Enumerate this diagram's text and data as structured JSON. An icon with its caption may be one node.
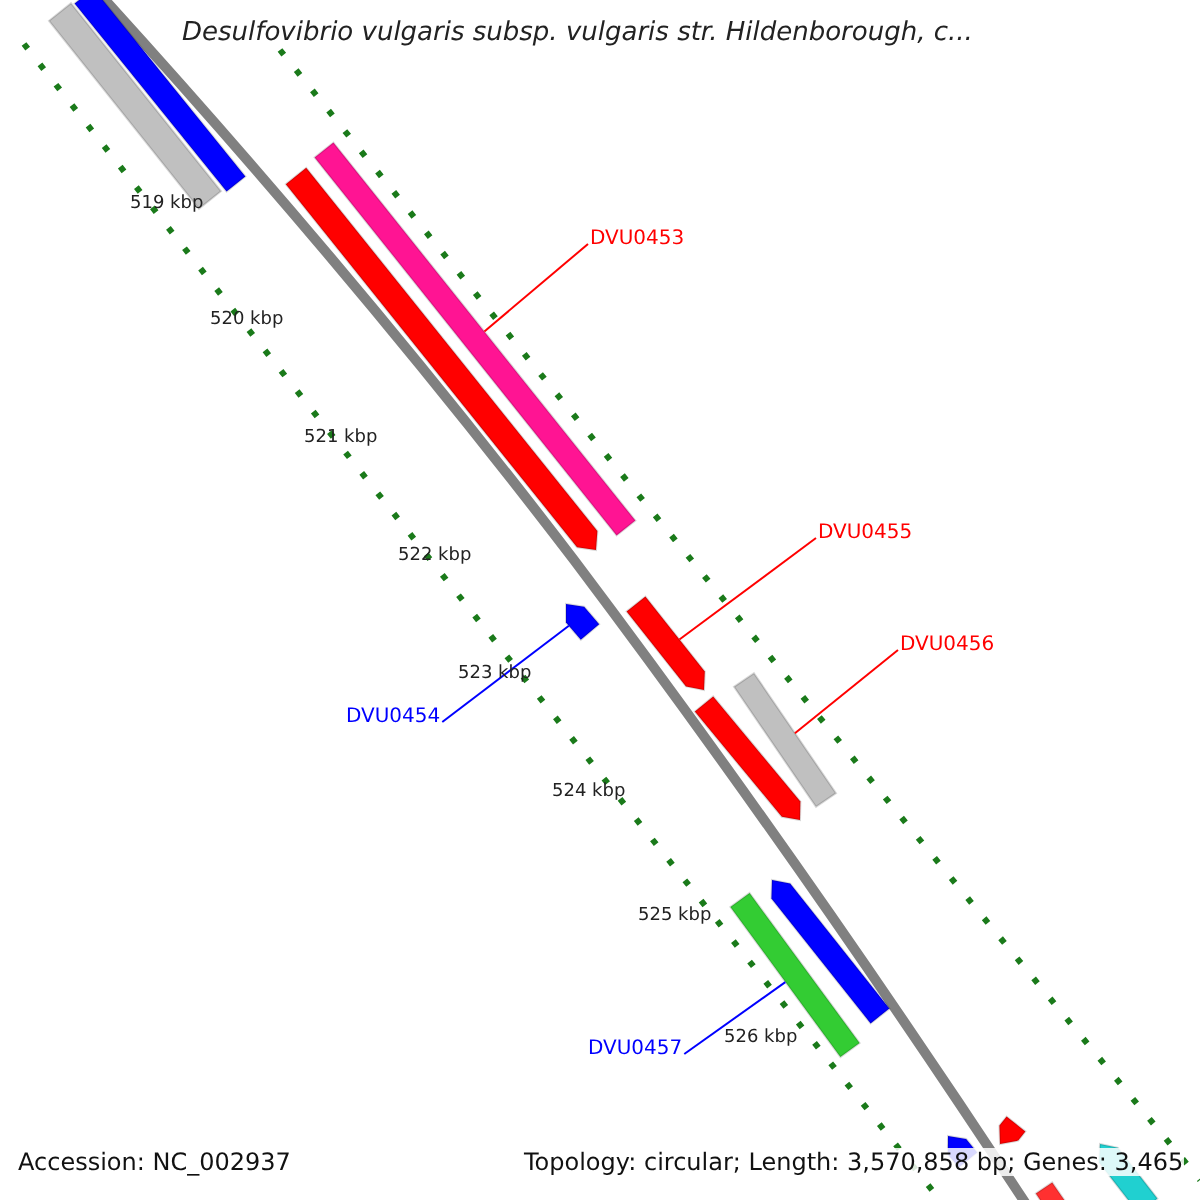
{
  "diagram": {
    "title": "Desulfovibrio vulgaris subsp. vulgaris str. Hildenborough, c...",
    "nodes": [
      {
        "text": [
          "DVU0453"
        ]
      },
      {
        "text": [],
        "shape": "bar"
      },
      {
        "text": [
          "DVU0455"
        ]
      },
      {
        "text": [],
        "shape": "bar"
      },
      {
        "text": [
          "DVU0456"
        ]
      },
      {
        "text": [],
        "shape": "bar"
      },
      {
        "text": [
          "DVU0454"
        ]
      },
      {
        "text": [],
        "shape": "bar"
      },
      {
        "text": [
          "DVU0457"
        ]
      },
      {
        "text": [],
        "shape": "bar"
      },
      {
        "text": [],
        "shape": "bar"
      },
      {
        "text": [],
        "shape": "bar"
      },
      {
        "text": [],
        "shape": "bar"
      },
      {
        "text": [],
        "shape": "bar"
      },
      {
        "text": [],
        "shape": "bar"
      },
      {
        "text": [],
        "shape": "bar"
      },
      {
        "text": [],
        "shape": "bar"
      },
      {
        "text": [],
        "shape": "bar"
      },
      {
        "text": [],
        "shape": "bar"
      }
    ],
    "edges": [
      {
        "from": 0,
        "to": 1,
        "arrow": "none"
      },
      {
        "from": 2,
        "to": 3,
        "arrow": "none"
      },
      {
        "from": 4,
        "to": 5,
        "arrow": "none"
      },
      {
        "from": 6,
        "to": 7,
        "arrow": "none",
        "color": "#0000ff"
      },
      {
        "from": 8,
        "to": 9,
        "arrow": "none",
        "color": "#0000ff"
      }
    ],
    "labels": [
      "519 kbp",
      "520 kbp",
      "521 kbp",
      "522 kbp",
      "523 kbp",
      "524 kbp",
      "525 kbp",
      "526 kbp",
      "Accession: NC_002937",
      "Topology: circular; Length: 3,570,858 bp; Genes: 3,465"
    ]
  }
}
